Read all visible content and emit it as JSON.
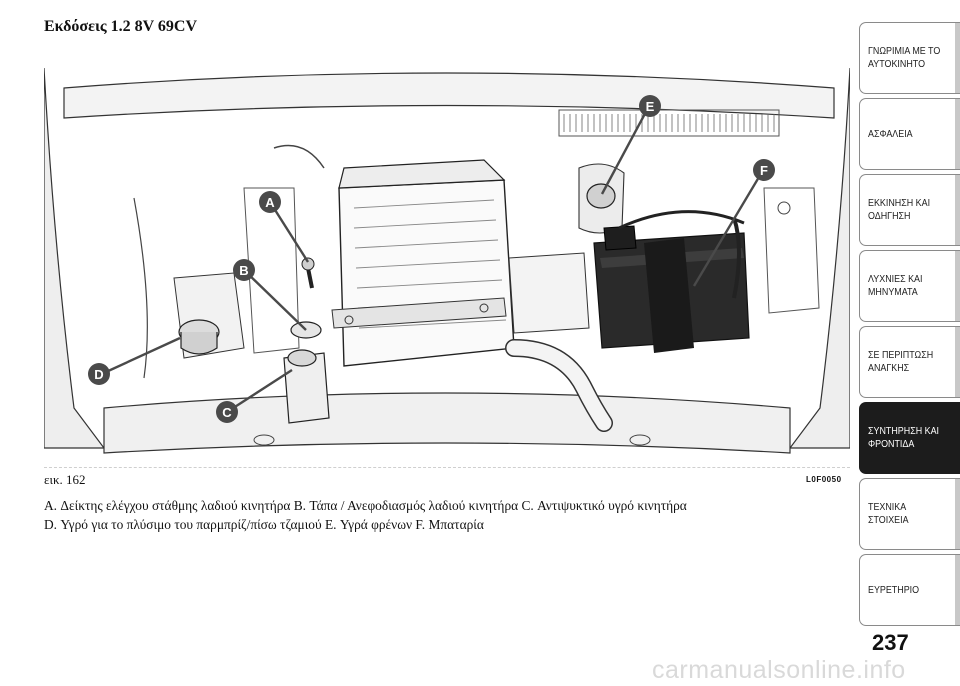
{
  "heading": "Εκδόσεις 1.2 8V 69CV",
  "figure": {
    "caption": "εικ. 162",
    "code": "L0F0050",
    "callouts": [
      "A",
      "B",
      "C",
      "D",
      "E",
      "F"
    ]
  },
  "legend": {
    "line1": "A. Δείκτης ελέγχου στάθμης λαδιού κινητήρα B. Τάπα / Ανεφοδιασμός λαδιού κινητήρα C. Αντιψυκτικό υγρό κινητήρα",
    "line2": "D. Υγρό για το πλύσιμο του παρμπρίζ/πίσω τζαμιού E. Υγρά φρένων F. Μπαταρία"
  },
  "sidebar": {
    "tabs": [
      {
        "label": "ΓΝΩΡΙΜΙΑ ΜΕ ΤΟ\nΑΥΤΟΚΙΝΗΤΟ",
        "active": false
      },
      {
        "label": "ΑΣΦΑΛΕΙΑ",
        "active": false
      },
      {
        "label": "ΕΚΚΙΝΗΣΗ ΚΑΙ\nΟΔΗΓΗΣΗ",
        "active": false
      },
      {
        "label": "ΛΥΧΝΙΕΣ ΚΑΙ\nΜΗΝΥΜΑΤΑ",
        "active": false
      },
      {
        "label": "ΣΕ ΠΕΡΙΠΤΩΣΗ\nΑΝΑΓΚΗΣ",
        "active": false
      },
      {
        "label": "ΣΥΝΤΗΡΗΣΗ ΚΑΙ\nΦΡΟΝΤΙΔΑ",
        "active": true
      },
      {
        "label": "ΤΕΧΝΙΚΑ ΣΤΟΙΧΕΙΑ",
        "active": false
      },
      {
        "label": "ΕΥΡΕΤΗΡΙΟ",
        "active": false
      }
    ]
  },
  "page_number": "237",
  "watermark": "carmanualsonline.info",
  "colors": {
    "callout": "#4a4a4a",
    "active_tab": "#1c1c1c",
    "battery": "#2a2a2a"
  }
}
